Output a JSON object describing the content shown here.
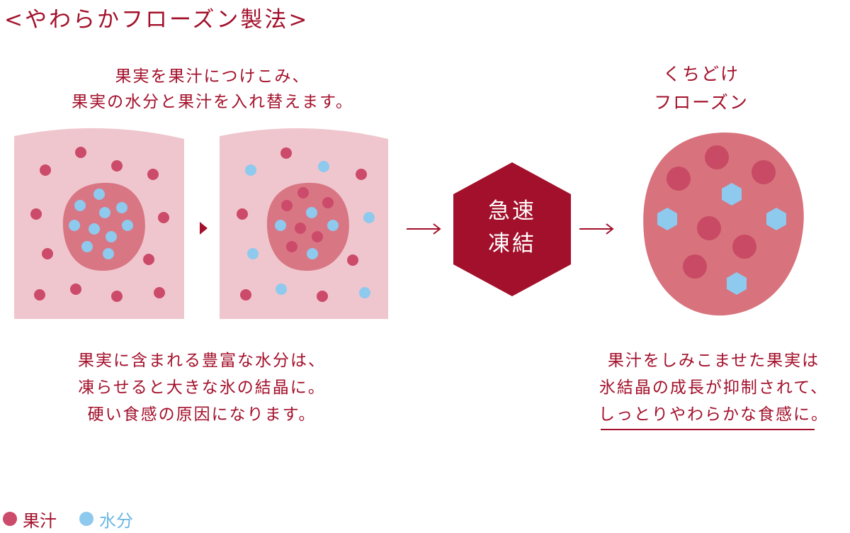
{
  "title": "<やわらかフローズン製法>",
  "top_left_caption": [
    "果実を果汁につけこみ、",
    "果実の水分と果汁を入れ替えます。"
  ],
  "top_right_caption": [
    "くちどけ",
    "フローズン"
  ],
  "hexagon_label": [
    "急速",
    "凍結"
  ],
  "bottom_left_caption": [
    "果実に含まれる豊富な水分は、",
    "凍らせると大きな氷の結晶に。",
    "硬い食感の原因になります。"
  ],
  "bottom_right_caption": [
    "果汁をしみこませた果実は",
    "氷結晶の成長が抑制されて、",
    "しっとりやわらかな食感に。"
  ],
  "legend": [
    {
      "label": "果汁",
      "color": "#cc4a6a"
    },
    {
      "label": "水分",
      "color": "#8ec9ee"
    }
  ],
  "colors": {
    "accent": "#a3102b",
    "juice": "#cc4a6a",
    "water": "#8ec9ee",
    "panel": "#efc6cd",
    "fruit": "#d97684",
    "big_fruit": "#d8727d",
    "big_juice": "#c84a64"
  }
}
